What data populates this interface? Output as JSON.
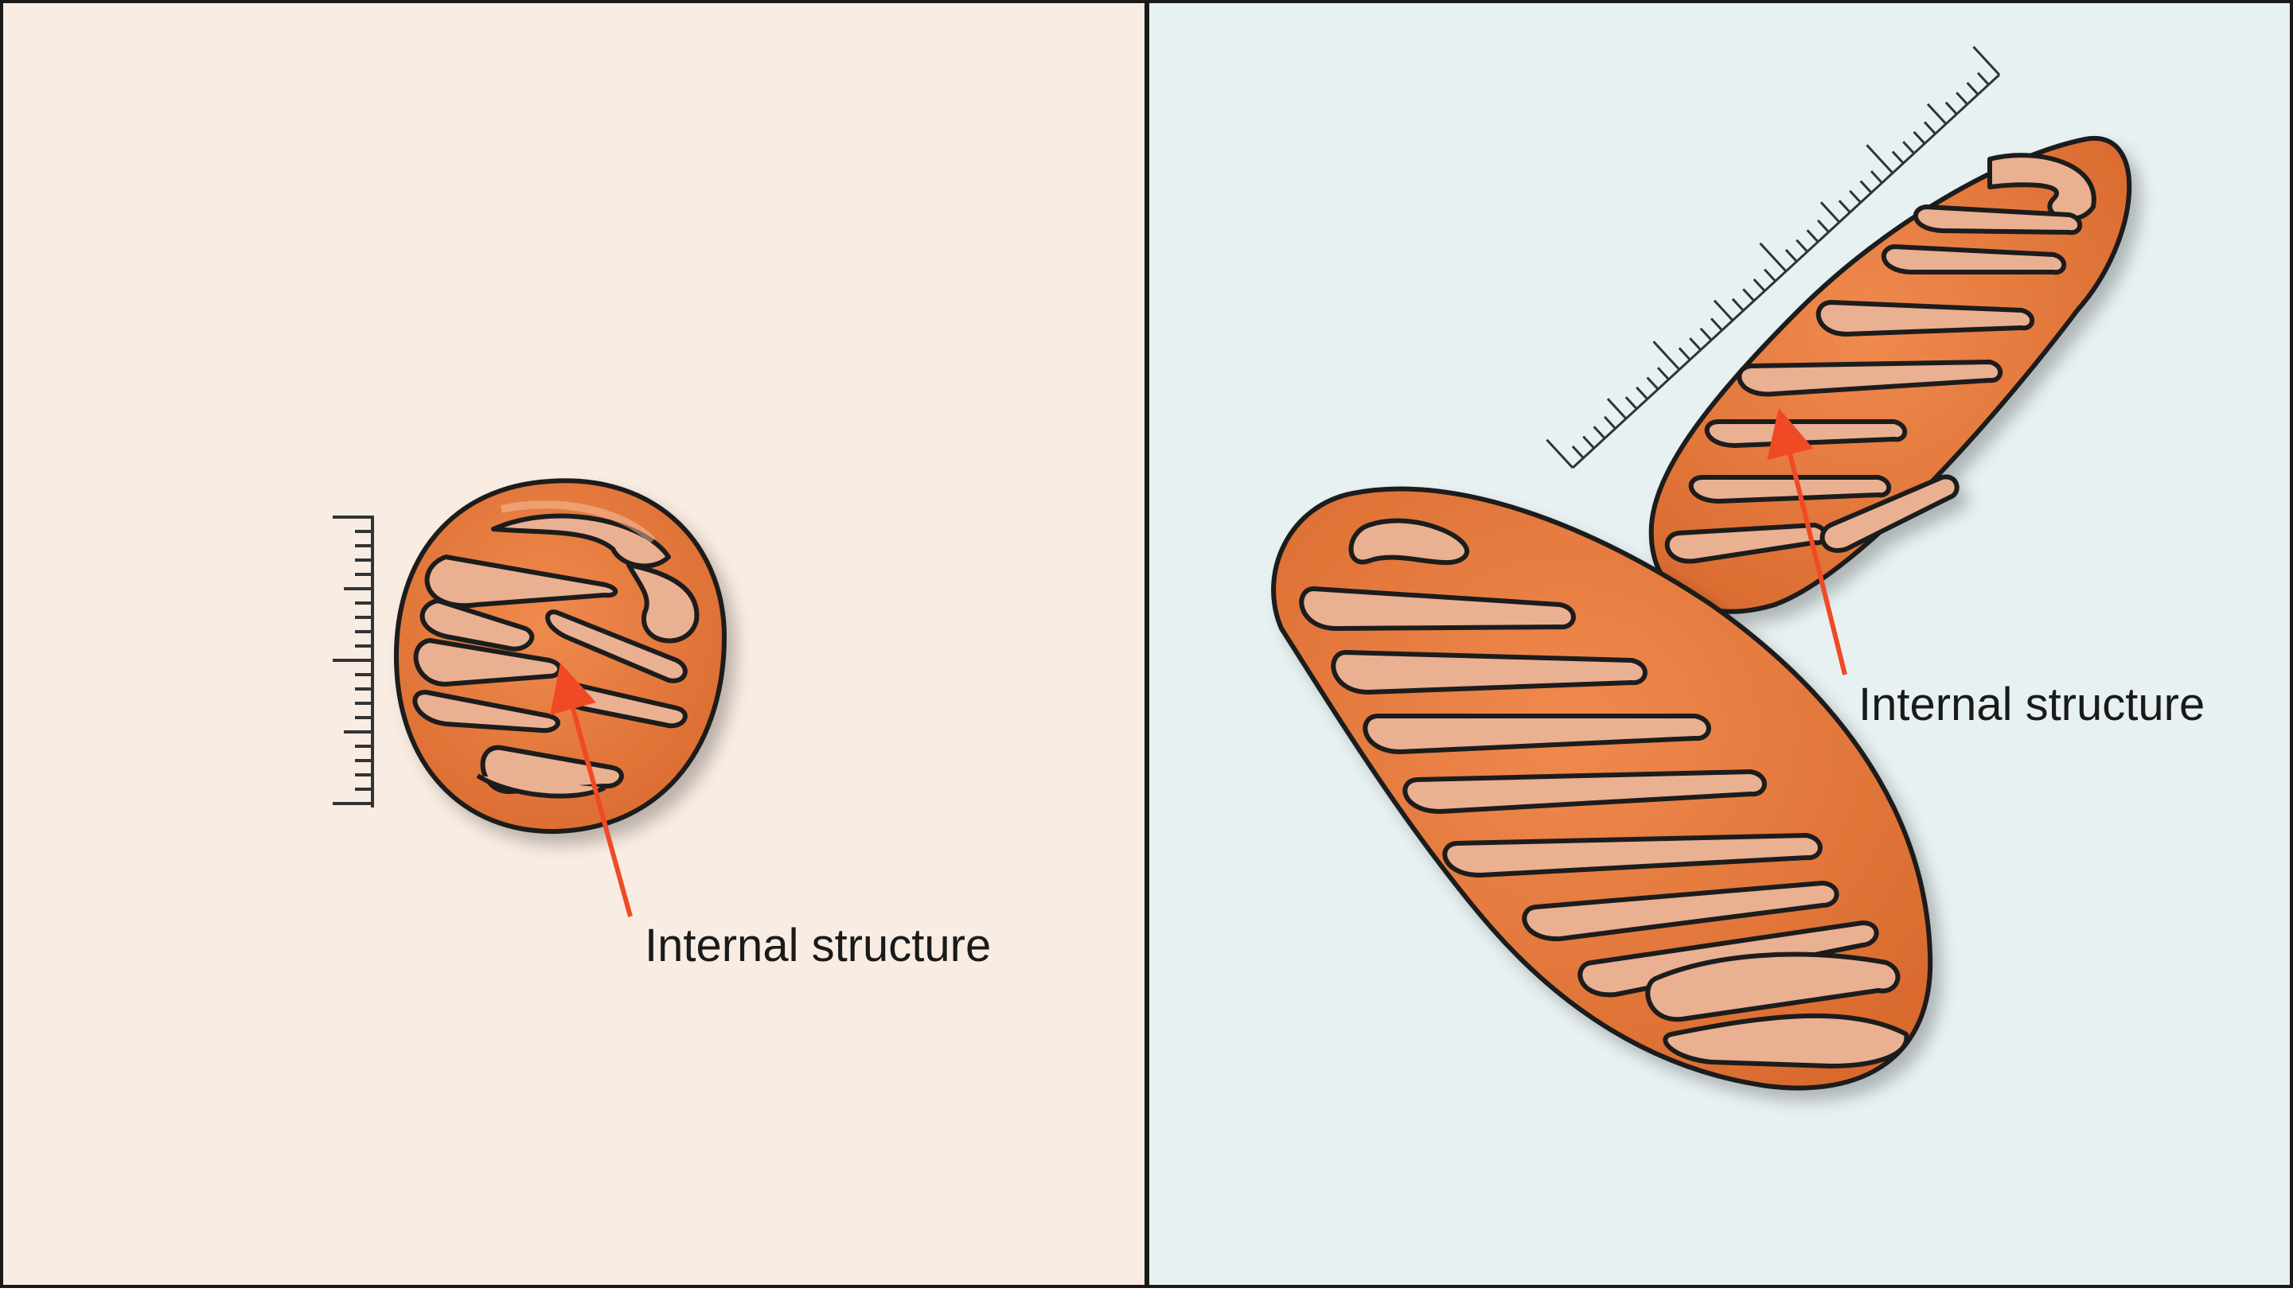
{
  "panels": [
    {
      "id": "left",
      "background": "#f9ece2",
      "label": "Internal structure"
    },
    {
      "id": "right",
      "background": "#e8f1f2",
      "label": "Internal structure"
    }
  ],
  "colors": {
    "border": "#1a1a1a",
    "organelle_outer": "#e0763a",
    "organelle_inner_fold": "#eab092",
    "outline": "#1a1a1a",
    "arrow": "#f04a24",
    "scale_ticks": "#333333"
  },
  "icons": [
    "mitochondrion-small",
    "mitochondrion-large",
    "scale-ruler",
    "pointer-arrow"
  ]
}
